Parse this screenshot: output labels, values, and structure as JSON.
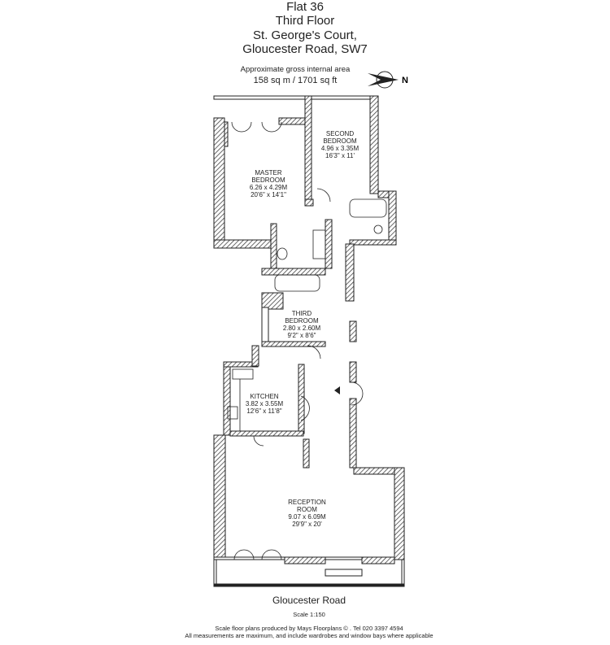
{
  "header": {
    "title_lines": [
      "Flat 36",
      "Third Floor",
      "St. George's Court,",
      "Gloucester Road, SW7"
    ],
    "area_label": "Approximate gross internal area",
    "area_value": "158 sq m  /  1701 sq ft",
    "compass_letter": "N",
    "compass_icon": "north-arrow-icon"
  },
  "rooms": {
    "master": {
      "name": "MASTER",
      "name2": "BEDROOM",
      "metric": "6.26 x 4.29M",
      "imperial": "20'6\" x 14'1\""
    },
    "second": {
      "name": "SECOND",
      "name2": "BEDROOM",
      "metric": "4.96 x 3.35M",
      "imperial": "16'3\" x 11'"
    },
    "third": {
      "name": "THIRD",
      "name2": "BEDROOM",
      "metric": "2.80 x 2.60M",
      "imperial": "9'2\" x 8'6\""
    },
    "kitchen": {
      "name": "KITCHEN",
      "metric": "3.82 x 3.55M",
      "imperial": "12'6\" x 11'8\""
    },
    "reception": {
      "name": "RECEPTION",
      "name2": "ROOM",
      "metric": "9.07 x 6.09M",
      "imperial": "29'9\" x 20'"
    }
  },
  "footer": {
    "street": "Gloucester Road",
    "scale": "Scale 1:150",
    "credit": "Scale floor plans produced by Mays Floorplans © . Tel 020 3397 4594",
    "disclaimer": "All measurements are maximum, and include wardrobes and window bays where applicable"
  }
}
